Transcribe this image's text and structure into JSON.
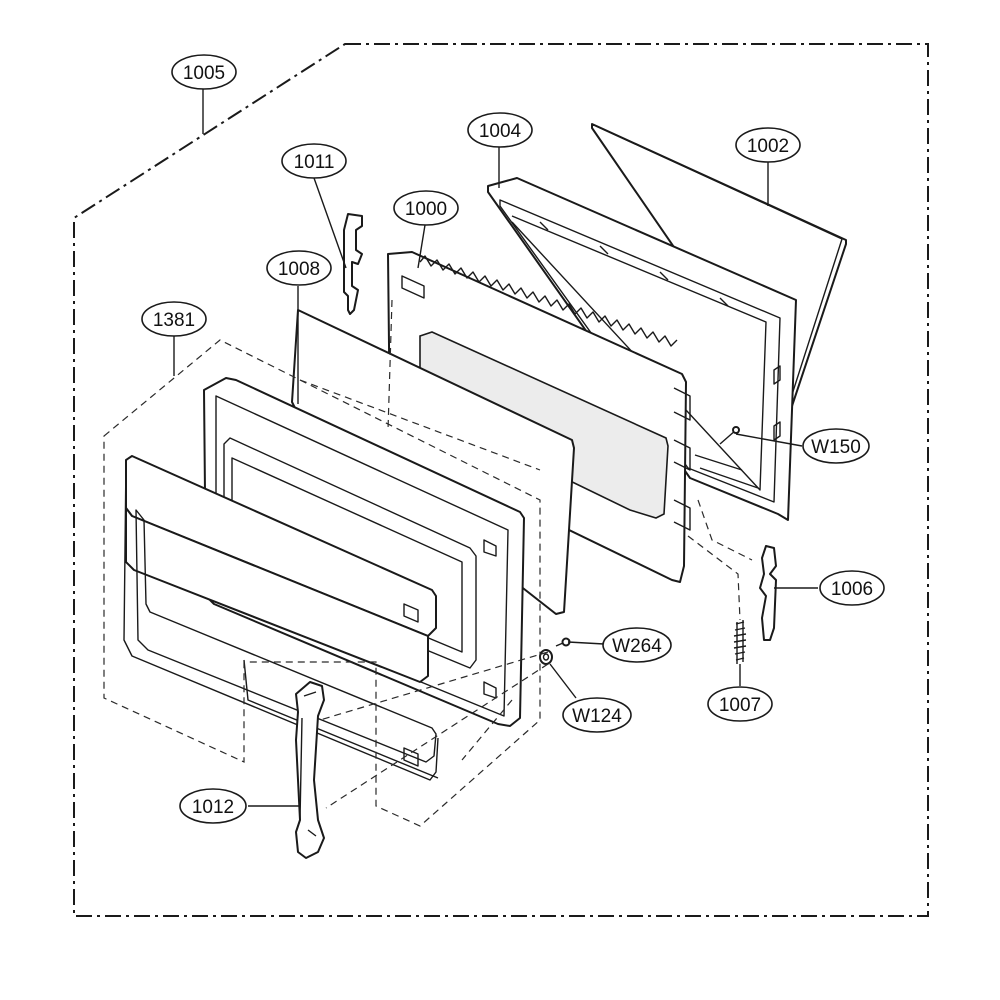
{
  "callouts": [
    {
      "id": "c1005",
      "label": "1005"
    },
    {
      "id": "c1011",
      "label": "1011"
    },
    {
      "id": "c1004",
      "label": "1004"
    },
    {
      "id": "c1002",
      "label": "1002"
    },
    {
      "id": "c1000",
      "label": "1000"
    },
    {
      "id": "c1008",
      "label": "1008"
    },
    {
      "id": "c1381",
      "label": "1381"
    },
    {
      "id": "cW150",
      "label": "W150"
    },
    {
      "id": "c1006",
      "label": "1006"
    },
    {
      "id": "cW264",
      "label": "W264"
    },
    {
      "id": "cW124",
      "label": "W124"
    },
    {
      "id": "c1007",
      "label": "1007"
    },
    {
      "id": "c1012",
      "label": "1012"
    }
  ]
}
